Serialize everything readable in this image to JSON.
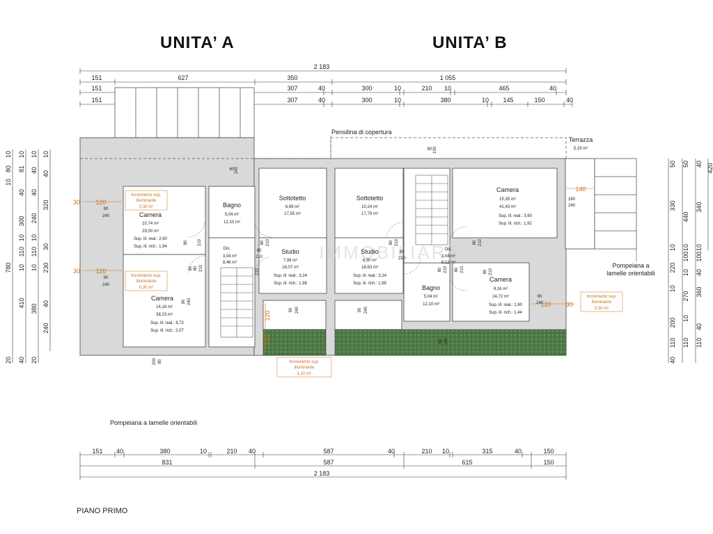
{
  "titles": {
    "unit_a": "UNITA’ A",
    "unit_b": "UNITA’ B",
    "floor": "PIANO PRIMO"
  },
  "watermark": "IMMOBILIARE",
  "labels": {
    "pensilina": "Pensilina di copertura",
    "terrazza": "Terrazza",
    "terrazza_area": "5,19 m²",
    "pompeiana_right": [
      "Pompeiana a",
      "lamelle orientabili"
    ],
    "pompeiana_bottom": "Pompeiana a lamelle orientabili"
  },
  "top_dims": {
    "row0": [
      "2 183"
    ],
    "row1": [
      "151",
      "627",
      "350",
      "1 055"
    ],
    "row2": [
      "151",
      "307",
      "40",
      "300",
      "10",
      "210",
      "10",
      "465",
      "40"
    ],
    "row3": [
      "151",
      "307",
      "40",
      "300",
      "10",
      "380",
      "10",
      "145",
      "150",
      "40"
    ]
  },
  "bottom_dims": {
    "row1": [
      "151",
      "40",
      "380",
      "10",
      "210",
      "40",
      "587",
      "40",
      "210",
      "10",
      "315",
      "40",
      "150"
    ],
    "row2": [
      "831",
      "587",
      "615",
      "150"
    ],
    "row3": [
      "2 183"
    ]
  },
  "left_dims": {
    "c1": [
      "10",
      "80",
      "10",
      "780",
      "20"
    ],
    "c2": [
      "10",
      "81",
      "40",
      "300",
      "10",
      "110",
      "10",
      "410",
      "40"
    ],
    "c3": [
      "10",
      "40",
      "40",
      "240",
      "10",
      "110",
      "10",
      "380",
      "20"
    ],
    "c4": [
      "10",
      "40",
      "320",
      "30",
      "230",
      "40",
      "240"
    ]
  },
  "right_dims": {
    "c1": [
      "50",
      "330",
      "10",
      "220",
      "10",
      "200",
      "110",
      "40"
    ],
    "c2": [
      "50",
      "440",
      "10",
      "100",
      "10",
      "270",
      "10",
      "110"
    ],
    "c3": [
      "40",
      "340",
      "10",
      "100",
      "40",
      "360",
      "40",
      "110"
    ],
    "c4": [
      "420"
    ]
  },
  "rooms": [
    {
      "name": "Camera",
      "lines": [
        "10,74 m²",
        "29,00 m³",
        "Sup. ill. real.: 2,60",
        "Sup. ill. rich.: 1,94"
      ]
    },
    {
      "name": "Bagno",
      "lines": [
        "5,04 m²",
        "12,10 m³"
      ]
    },
    {
      "name": "Sottotetto",
      "lines": [
        "6,69 m²",
        "17,55 m³"
      ]
    },
    {
      "name": "Sottotetto",
      "lines": [
        "10,24 m²",
        "17,79 m³"
      ]
    },
    {
      "name": "Camera",
      "lines": [
        "15,35 m²",
        "41,43 m³",
        "Sup. ill. real.: 3,60",
        "Sup. ill. rich.: 1,92"
      ]
    },
    {
      "name": "Dis.",
      "lines": [
        "3,04 m²",
        "8,46 m³"
      ]
    },
    {
      "name": "Studio",
      "lines": [
        "7,06 m²",
        "18,07 m³",
        "Sup. ill. real.: 3,24",
        "Sup. ill. rich.: 1,98"
      ]
    },
    {
      "name": "Studio",
      "lines": [
        "6,90 m²",
        "18,63 m³",
        "Sup. ill. real.: 3,24",
        "Sup. ill. rich.: 1,98"
      ]
    },
    {
      "name": "Dis.",
      "lines": [
        "3,04 m²",
        "8,12 m³"
      ]
    },
    {
      "name": "Camera",
      "lines": [
        "14,16 m²",
        "38,23 m³",
        "Sup. ill. real.: 6,72",
        "Sup. ill. rich.: 2,07"
      ]
    },
    {
      "name": "Bagno",
      "lines": [
        "5,04 m²",
        "12,10 m³"
      ]
    },
    {
      "name": "Camera",
      "lines": [
        "9,16 m²",
        "24,72 m³",
        "Sup. ill. real.: 1,80",
        "Sup. ill. rich.: 1,44"
      ]
    }
  ],
  "increments": [
    {
      "lines": [
        "Incremento sup.",
        "illuminante",
        "0,30 m²"
      ]
    },
    {
      "lines": [
        "Incremento sup.",
        "illuminante",
        "0,30 m²"
      ]
    },
    {
      "lines": [
        "Incremento sup.",
        "illuminante",
        "1,10 m²"
      ]
    },
    {
      "lines": [
        "Incremento sup.",
        "illuminante",
        "0,30 m²"
      ]
    }
  ],
  "orange_dims": [
    "30",
    "120",
    "30",
    "120",
    "140",
    "120",
    "30",
    "120",
    "120"
  ],
  "openings": [
    "90",
    "240",
    "90",
    "240",
    "60",
    "240",
    "80",
    "100",
    "80",
    "210",
    "80",
    "210",
    "80",
    "210",
    "80",
    "210",
    "80",
    "210",
    "80",
    "210",
    "80",
    "210",
    "80",
    "210",
    "80",
    "210",
    "180",
    "240",
    "90",
    "240",
    "90",
    "240",
    "90",
    "240",
    "90",
    "240",
    "80",
    "180",
    "200",
    "80",
    "80",
    "210",
    "80",
    "210"
  ],
  "colors": {
    "wall": "#d9d9d9",
    "green": "#4e7a46",
    "orange": "#c7721b",
    "line": "#333333"
  }
}
